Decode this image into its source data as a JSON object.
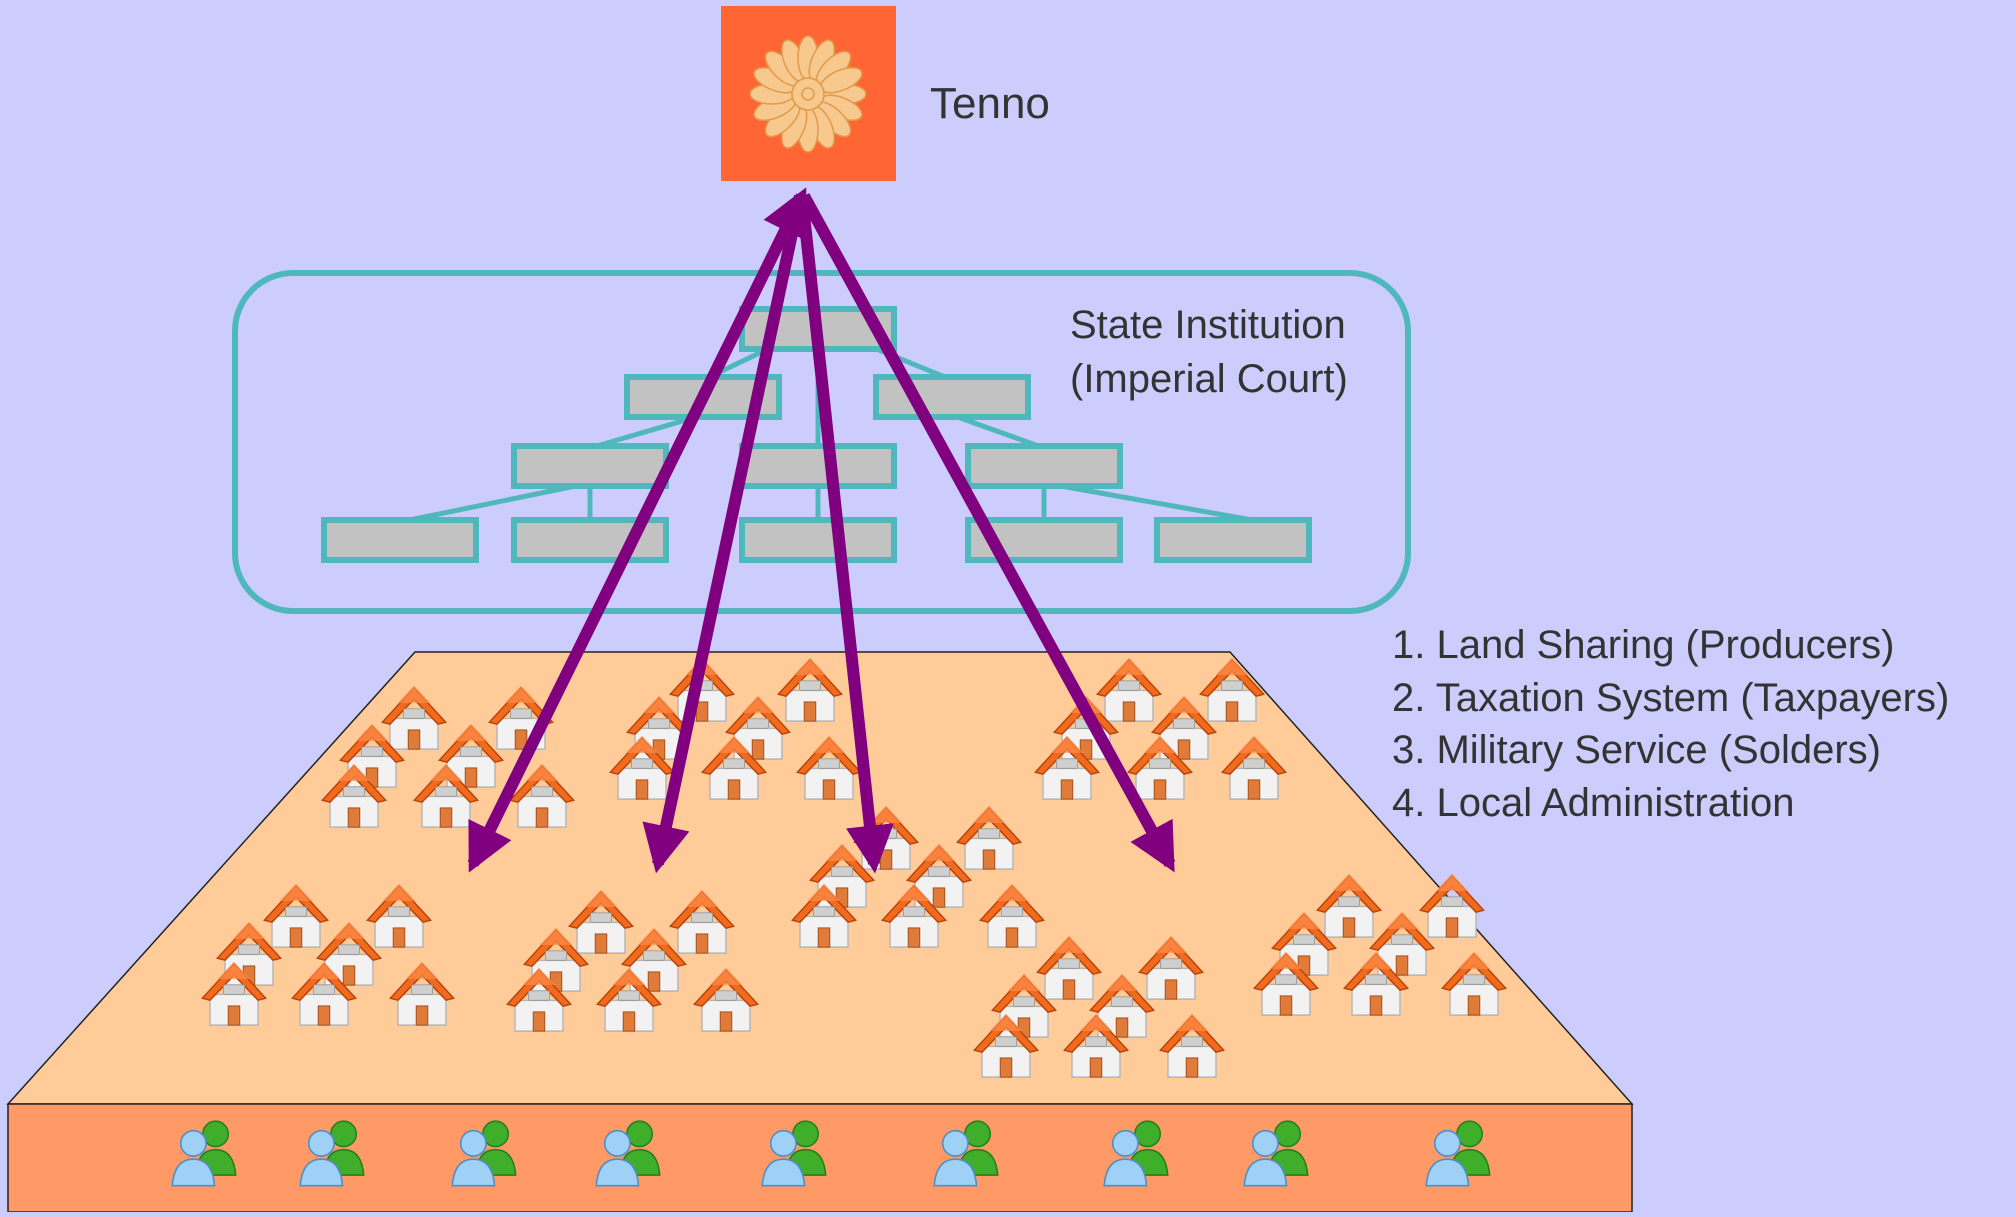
{
  "colors": {
    "background": "#cccdfd",
    "emperor_box": "#ff6633",
    "chrysanthemum": "#f7c98f",
    "court_border": "#4fb8bd",
    "office_fill": "#c2c2c2",
    "arrow": "#800080",
    "land": "#ffcc99",
    "base": "#ff9966",
    "roof": "#f26a1b",
    "wall": "#f2f2f2",
    "door": "#e07b39",
    "person_front": "#9fd0f5",
    "person_back": "#3fae2a"
  },
  "emperor": {
    "label": "Tenno",
    "icon": "chrysanthemum-seal-icon"
  },
  "court": {
    "title_line1": "State Institution",
    "title_line2": "(Imperial Court)"
  },
  "functions": [
    "1. Land Sharing (Producers)",
    "2. Taxation System (Taxpayers)",
    "3. Military Service (Solders)",
    "4. Local Administration"
  ],
  "icons": {
    "house": "house-icon",
    "people": "people-group-icon"
  }
}
